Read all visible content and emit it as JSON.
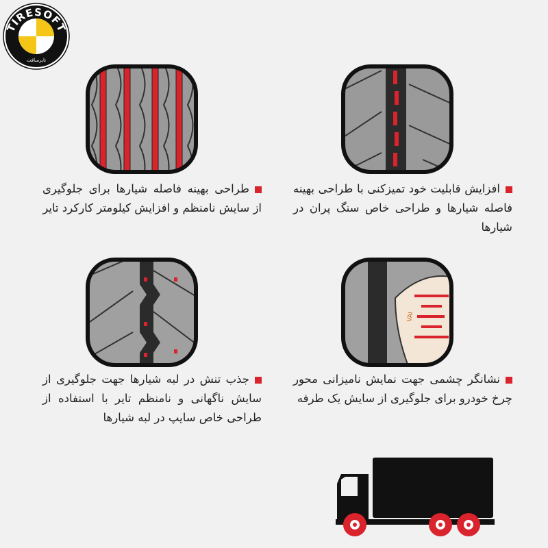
{
  "logo": {
    "brand": "TIRESOFT",
    "subtitle": "تایرسافت"
  },
  "colors": {
    "accent": "#d9232d",
    "logo_yellow": "#f5c518",
    "tread": "#8a8a8a"
  },
  "features": [
    {
      "text": "طراحی بهینه فاصله شیارها برای جلوگیری از سایش نامنظم و افزایش کیلومتر کارکرد تایر"
    },
    {
      "text": "افزایش قابلیت خود تمیزکنی با طراحی بهینه فاصله شیارها و طراحی خاص سنگ پران در شیارها"
    },
    {
      "text": "جذب تنش در لبه شیارها جهت جلوگیری از سایش ناگهانی و نامنظم تایر با استفاده از طراحی خاص سایپ در لبه شیارها"
    },
    {
      "text": "نشانگر چشمی جهت نمایش نامیزانی محور چرخ خودرو برای جلوگیری از سایش یک طرفه"
    }
  ],
  "indicator_label": "VAI"
}
